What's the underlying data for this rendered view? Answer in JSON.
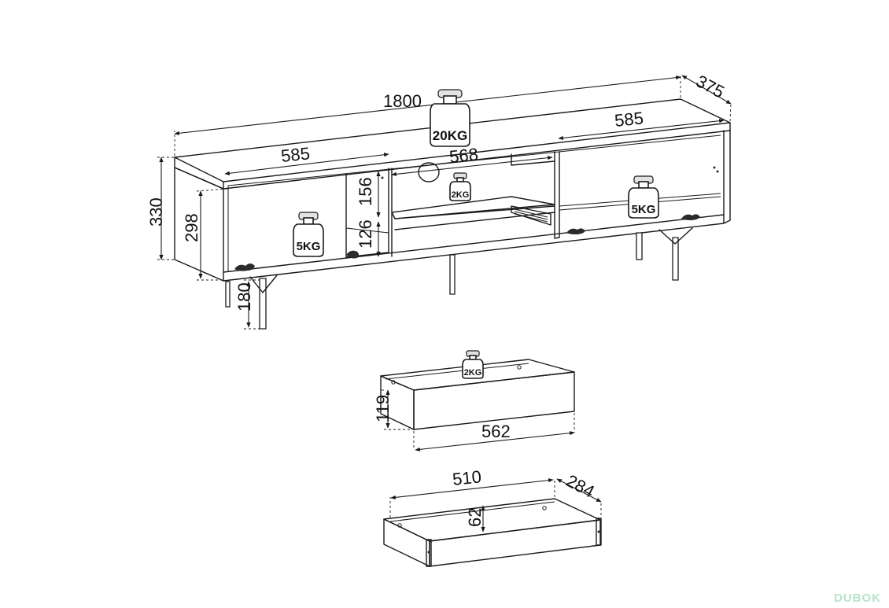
{
  "dimensions": {
    "total_width": "1800",
    "depth": "375",
    "left_compartment_width": "585",
    "right_compartment_width": "585",
    "middle_compartment_width": "568",
    "middle_upper_height": "156",
    "middle_lower_height": "126",
    "total_height": "330",
    "inner_height": "298",
    "leg_height": "180",
    "drawer_front_height": "119",
    "drawer_front_width": "562",
    "drawer_box_width": "510",
    "drawer_box_depth": "284",
    "drawer_box_height": "62"
  },
  "load_labels": {
    "top": "20KG",
    "left_shelf": "5KG",
    "right_shelf": "5KG",
    "middle_shelf": "2KG",
    "drawer": "2KG"
  },
  "watermark": "DUBOK"
}
